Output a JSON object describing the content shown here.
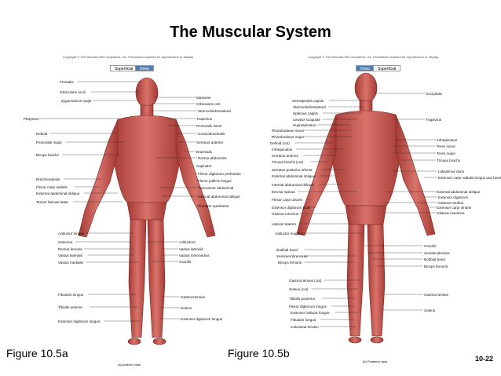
{
  "title": "The Muscular System",
  "copyright": "Copyright © The McGraw-Hill Companies, Inc. Permission required for reproduction or display.",
  "anterior": {
    "tabs": {
      "superficial": "Superficial",
      "deep": "Deep"
    },
    "figure_label": "Figure 10.5a",
    "view_caption": "(a) Anterior view",
    "left_labels": [
      "Frontalis",
      "Orbicularis oculi",
      "Zygomaticus major",
      "Platysma",
      "Deltoid",
      "Pectoralis major",
      "Biceps brachii",
      "Brachioradialis",
      "Flexor carpi radialis",
      "External abdominal oblique",
      "Tensor fasciae latae",
      "Adductor longus",
      "Sartorius",
      "Rectus femoris",
      "Vastus lateralis",
      "Vastus medialis",
      "Fibularis longus",
      "Tibialis anterior",
      "Extensor digitorum longus"
    ],
    "right_labels": [
      "Masseter",
      "Orbicularis oris",
      "Sternocleidomastoid",
      "Trapezius",
      "Pectoralis minor",
      "Coracobrachialis",
      "Serratus anterior",
      "Brachialis",
      "Rectus abdominis",
      "Supinator",
      "Flexor digitorum profundus",
      "Flexor pollicis longus",
      "Transverse abdominal",
      "Internal abdominal oblique",
      "Pronator quadratus",
      "Adductors",
      "Vastus lateralis",
      "Vastus intermedius",
      "Gracilis",
      "Gastrocnemius",
      "Soleus",
      "Extensor digitorum longus"
    ]
  },
  "posterior": {
    "tabs": {
      "deep": "Deep",
      "superficial": "Superficial"
    },
    "figure_label": "Figure 10.5b",
    "view_caption": "(b) Posterior view",
    "left_labels": [
      "Semispinalis capitis",
      "Sternocleidomastoid",
      "Splenius capitis",
      "Levator scapulae",
      "Supraspinatus",
      "Rhomboideus minor",
      "Rhomboideus major",
      "Deltoid (cut)",
      "Infraspinatus",
      "Serratus anterior",
      "Triceps brachii (cut)",
      "Serratus posterior inferior",
      "External abdominal oblique",
      "Internal abdominal oblique",
      "Erector spinae",
      "Flexor carpi ulnaris",
      "Extensor digitorum (cut)",
      "Gluteus minimus",
      "Lateral rotators",
      "Adductor magnus",
      "Iliotibial band",
      "Semimembranosus",
      "Biceps femoris",
      "Gastrocnemius (cut)",
      "Soleus (cut)",
      "Tibialis posterior",
      "Flexor digitorum longus",
      "Extensor hallucis longus",
      "Fibularis longus",
      "Calcaneal tendon"
    ],
    "right_labels": [
      "Occipitalis",
      "Trapezius",
      "Infraspinatus",
      "Teres minor",
      "Teres major",
      "Triceps brachii",
      "Latissimus dorsi",
      "Extensor carpi radialis longus and brevis",
      "External abdominal oblique",
      "Extensor digitorum",
      "Gluteus medius",
      "Extensor carpi ulnaris",
      "Gluteus maximus",
      "Gracilis",
      "Semitendinosus",
      "Iliotibial band",
      "Biceps femoris",
      "Gastrocnemius",
      "Soleus"
    ]
  },
  "page_number": "10-22"
}
